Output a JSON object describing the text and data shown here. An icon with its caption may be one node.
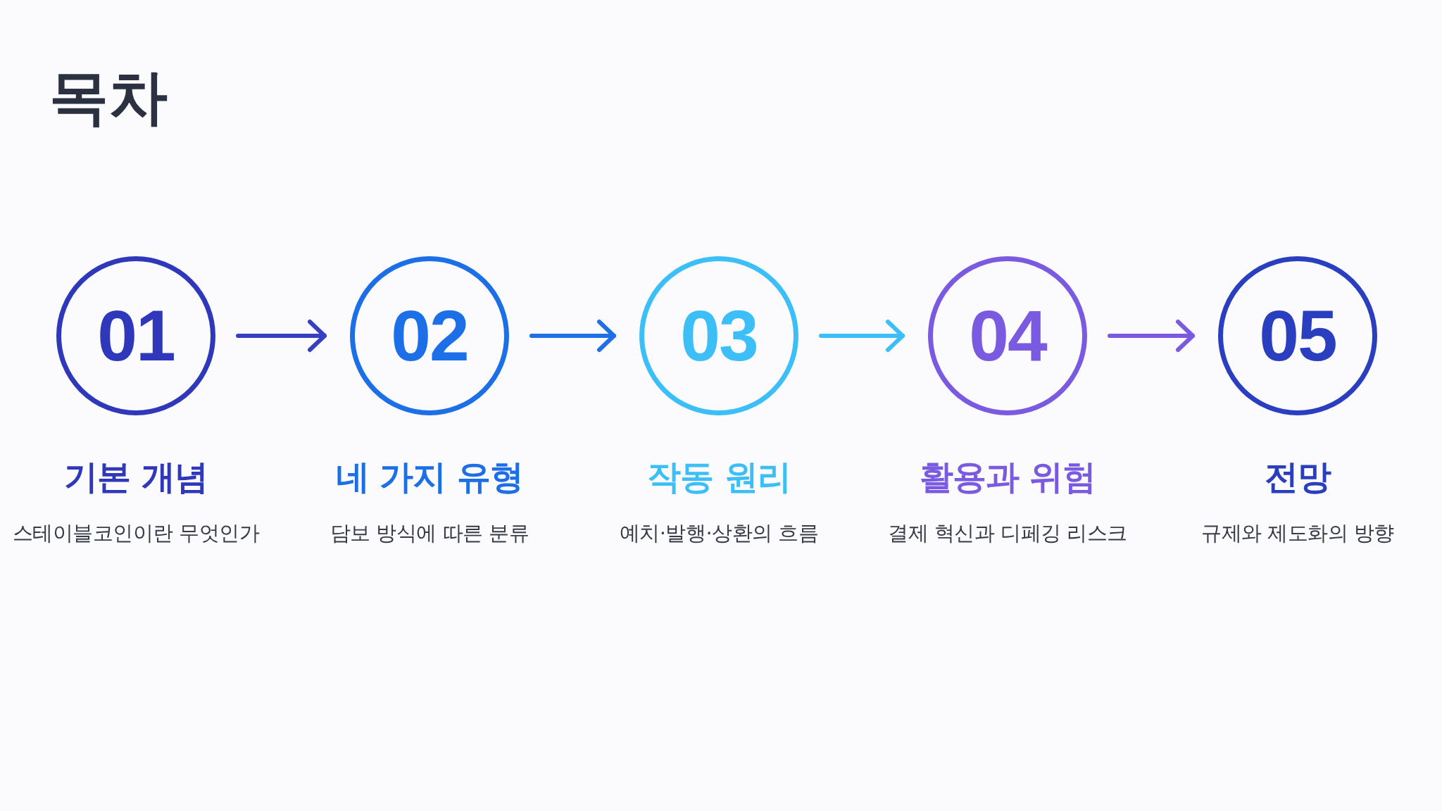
{
  "diagram": {
    "title": "목차",
    "nodes": [
      {
        "text": [
          "01"
        ],
        "beside": [
          "기본 개념",
          "스테이블코인이란 무엇인가"
        ]
      },
      {
        "text": [
          "02"
        ],
        "beside": [
          "네 가지 유형",
          "담보 방식에 따른 분류"
        ]
      },
      {
        "text": [
          "03"
        ],
        "beside": [
          "작동 원리",
          "예치·발행·상환의 흐름"
        ]
      },
      {
        "text": [
          "04"
        ],
        "beside": [
          "활용과 위험",
          "결제 혁신과 디페깅 리스크"
        ]
      },
      {
        "text": [
          "05"
        ],
        "beside": [
          "전망",
          "규제와 제도화의 방향"
        ]
      }
    ],
    "edges": [
      {
        "from": 0,
        "to": 1,
        "arrow": "to",
        "color": "#3840c2"
      },
      {
        "from": 1,
        "to": 2,
        "arrow": "to",
        "color": "#1f6fe6"
      },
      {
        "from": 2,
        "to": 3,
        "arrow": "to",
        "color": "#3dbef7"
      },
      {
        "from": 3,
        "to": 4,
        "arrow": "to",
        "color": "#7a5ae0"
      }
    ]
  }
}
